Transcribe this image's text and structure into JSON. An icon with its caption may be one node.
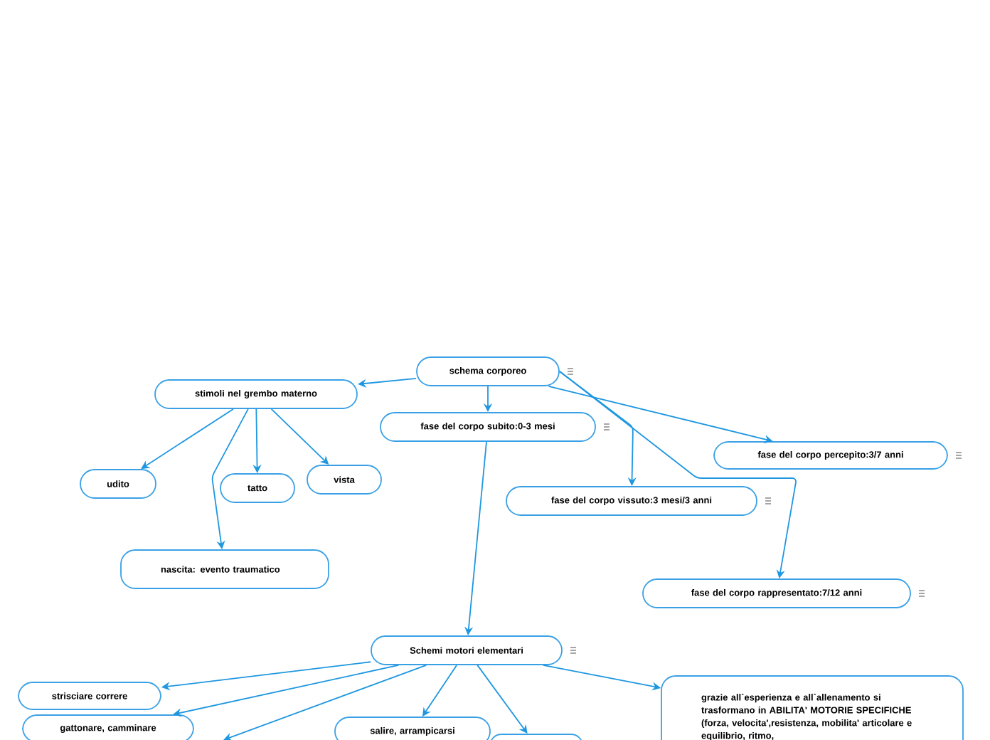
{
  "diagram": {
    "nodes": [
      {
        "text": [
          "schema corporeo"
        ]
      },
      {
        "text": [
          "stimoli nel grembo materno"
        ]
      },
      {
        "text": [
          "fase del corpo subito:0-3 mesi"
        ]
      },
      {
        "text": [
          "fase del corpo percepito:3/7 anni"
        ]
      },
      {
        "text": [
          "udito"
        ]
      },
      {
        "text": [
          "tatto"
        ]
      },
      {
        "text": [
          "vista"
        ]
      },
      {
        "text": [
          "fase del corpo vissuto:3 mesi/3 anni"
        ]
      },
      {
        "text": [
          "nascita: evento traumatico"
        ]
      },
      {
        "text": [
          "fase del corpo rappresentato:7/12 anni"
        ]
      },
      {
        "text": [
          "Schemi motori elementari"
        ]
      },
      {
        "text": [
          "strisciare correre"
        ]
      },
      {
        "text": [
          "gattonare, camminare"
        ]
      },
      {
        "text": [
          "salire, arrampicarsi"
        ]
      },
      {
        "text": [],
        "shape": "box"
      },
      {
        "text": [
          "grazie all`esperienza e all`allenamento si trasformano in ABILITA' MOTORIE SPECIFICHE (forza, velocita',resistenza, mobilita' articolare e equilibrio, ritmo,"
        ]
      }
    ],
    "edges": [
      {
        "from": 0,
        "to": 1,
        "arrow": "to"
      },
      {
        "from": 0,
        "to": 2,
        "arrow": "to"
      },
      {
        "from": 0,
        "to": 3,
        "arrow": "to"
      },
      {
        "from": 0,
        "to": 7,
        "arrow": "to"
      },
      {
        "from": 0,
        "to": 9,
        "arrow": "to"
      },
      {
        "from": 1,
        "to": 4,
        "arrow": "to"
      },
      {
        "from": 1,
        "to": 5,
        "arrow": "to"
      },
      {
        "from": 1,
        "to": 6,
        "arrow": "to"
      },
      {
        "from": 1,
        "to": 8,
        "arrow": "to"
      },
      {
        "from": 2,
        "to": 10,
        "arrow": "to"
      },
      {
        "from": 10,
        "to": 11,
        "arrow": "to"
      },
      {
        "from": 10,
        "to": 12,
        "arrow": "to"
      },
      {
        "from": 10,
        "to": null,
        "arrow": "to"
      },
      {
        "from": 10,
        "to": 13,
        "arrow": "to"
      },
      {
        "from": 10,
        "to": 14,
        "arrow": "to"
      },
      {
        "from": 10,
        "to": 15,
        "arrow": "to"
      }
    ]
  }
}
